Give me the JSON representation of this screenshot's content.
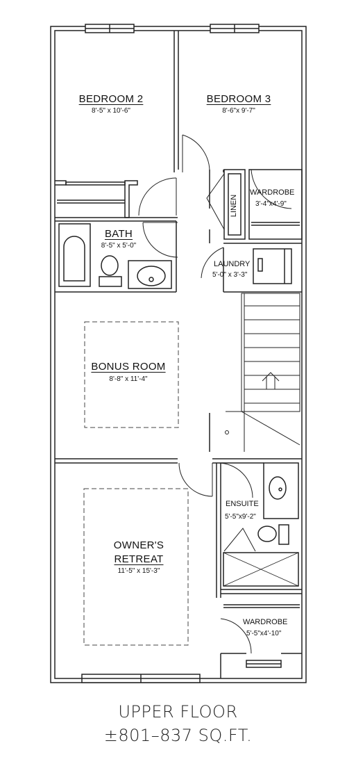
{
  "plan": {
    "rooms": {
      "bedroom2": {
        "name": "BEDROOM 2",
        "dims": "8'-5\" x 10'-6\""
      },
      "bedroom3": {
        "name": "BEDROOM 3",
        "dims": "8'-6\"x 9'-7\""
      },
      "wardrobe_top": {
        "name": "WARDROBE",
        "dims": "3'-4\"x4'-9\""
      },
      "linen": {
        "name": "LINEN"
      },
      "bath": {
        "name": "BATH",
        "dims": "8'-5\" x 5'-0\""
      },
      "laundry": {
        "name": "LAUNDRY",
        "dims": "5'-0\" x 3'-3\""
      },
      "bonus": {
        "name": "BONUS ROOM",
        "dims": "8'-8\" x 11'-4\""
      },
      "owners": {
        "name_line1": "OWNER'S",
        "name_line2": "RETREAT",
        "dims": "11'-5\" x 15'-3\""
      },
      "ensuite": {
        "name": "ENSUITE",
        "dims": "5'-5\"x9'-2\""
      },
      "wardrobe_bottom": {
        "name": "WARDROBE",
        "dims": "5'-5\"x4'-10\""
      }
    }
  },
  "caption": {
    "title": "UPPER FLOOR",
    "area": "±801–837 SQ.FT."
  }
}
